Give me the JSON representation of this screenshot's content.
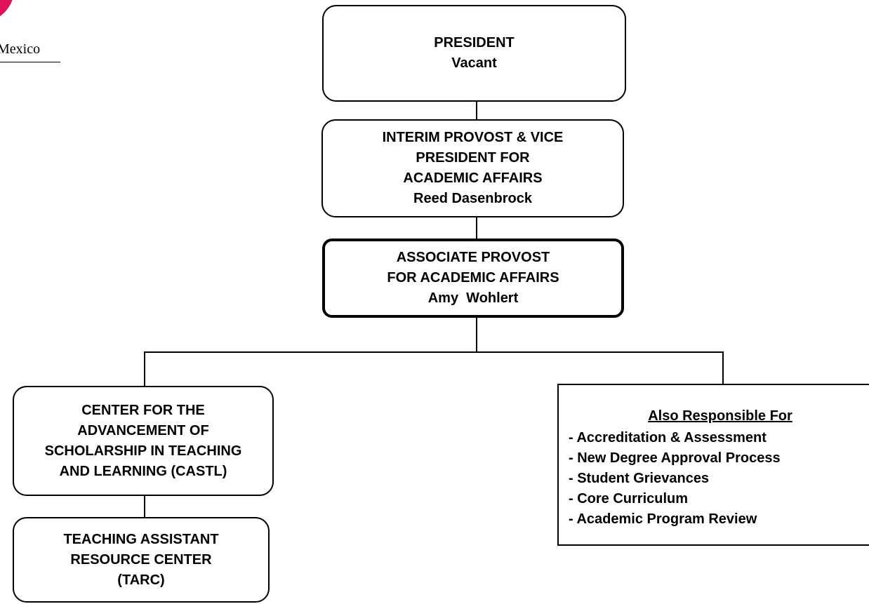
{
  "logo": {
    "text": "Mexico",
    "color": "#e0105a"
  },
  "nodes": {
    "president": {
      "title_lines": [
        "PRESIDENT"
      ],
      "name": "Vacant"
    },
    "provost": {
      "title_lines": [
        "INTERIM PROVOST & VICE",
        "PRESIDENT FOR",
        "ACADEMIC AFFAIRS"
      ],
      "name": "Reed Dasenbrock"
    },
    "associate_provost": {
      "title_lines": [
        "ASSOCIATE PROVOST",
        "FOR ACADEMIC AFFAIRS"
      ],
      "name": "Amy  Wohlert"
    },
    "castl": {
      "title_lines": [
        "CENTER FOR THE",
        "ADVANCEMENT OF",
        "SCHOLARSHIP IN TEACHING",
        "AND LEARNING (CASTL)"
      ]
    },
    "tarc": {
      "title_lines": [
        "TEACHING ASSISTANT",
        "RESOURCE CENTER",
        "(TARC)"
      ]
    }
  },
  "also_responsible": {
    "heading": "Also Responsible For",
    "items": [
      "- Accreditation & Assessment",
      "- New Degree Approval Process",
      "- Student Grievances",
      "- Core Curriculum",
      "- Academic Program Review"
    ]
  }
}
